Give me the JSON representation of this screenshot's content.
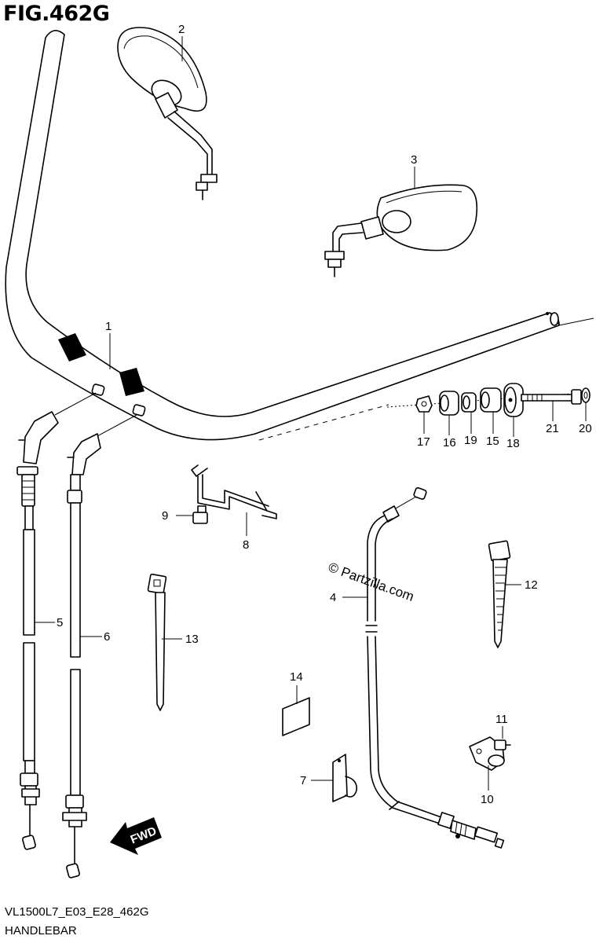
{
  "figure": {
    "title": "FIG.462G",
    "code": "VL1500L7_E03_E28_462G",
    "name": "HANDLEBAR",
    "watermark": "© Partzilla.com",
    "fwd_label": "FWD"
  },
  "callouts": [
    "1",
    "2",
    "3",
    "4",
    "5",
    "6",
    "7",
    "8",
    "9",
    "10",
    "11",
    "12",
    "13",
    "14",
    "15",
    "16",
    "17",
    "18",
    "19",
    "20",
    "21"
  ]
}
